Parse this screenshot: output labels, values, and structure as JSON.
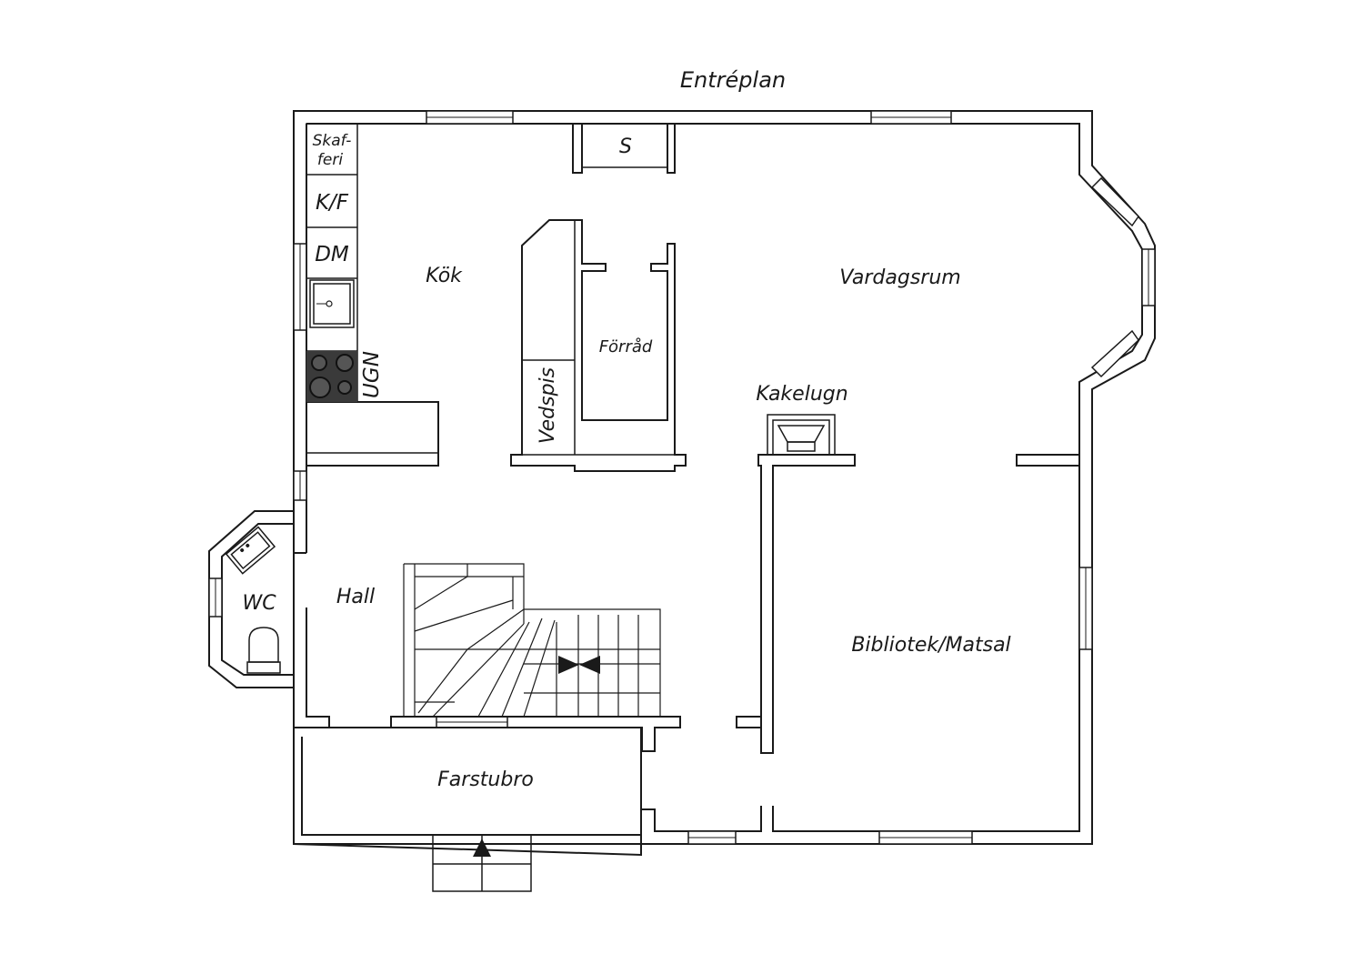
{
  "title": "Entréplan",
  "rooms": {
    "kitchen": "Kök",
    "living_room": "Vardagsrum",
    "storage": "Förråd",
    "tiled_stove": "Kakelugn",
    "library_dining": "Bibliotek/Matsal",
    "hall": "Hall",
    "wc": "WC",
    "porch": "Farstubro"
  },
  "fixtures": {
    "pantry_line1": "Skaf-",
    "pantry_line2": "feri",
    "fridge_freezer": "K/F",
    "dishwasher": "DM",
    "oven": "UGN",
    "wood_stove": "Vedspis",
    "wardrobe": "S"
  },
  "colors": {
    "line": "#1a1a1a",
    "stove_top": "#3a3a3a",
    "background": "#ffffff"
  }
}
